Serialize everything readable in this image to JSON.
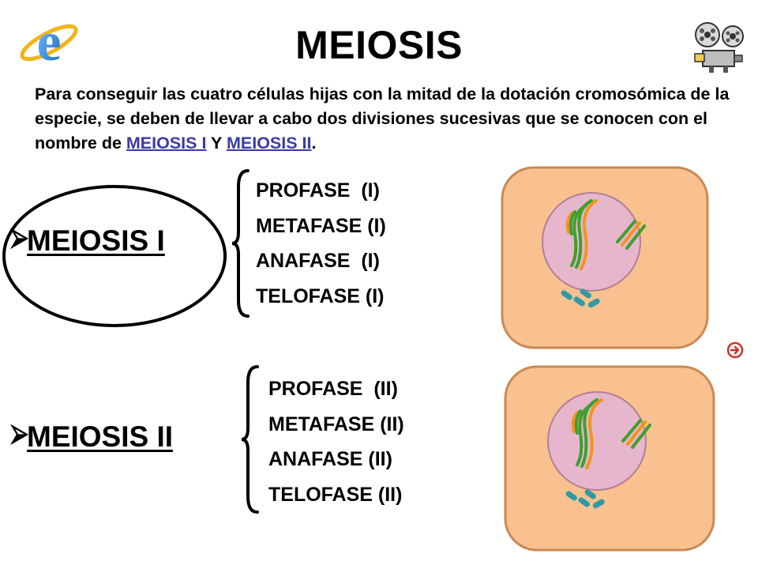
{
  "slide": {
    "title": "MEIOSIS",
    "intro": {
      "text": "Para conseguir las cuatro células hijas con la mitad de la dotación cromosómica de la especie, se deben de llevar a cabo dos divisiones sucesivas que se conocen con el nombre de ",
      "link1": "MEIOSIS I",
      "connector": " Y ",
      "link2": "MEIOSIS II",
      "end": "."
    },
    "meiosis1": {
      "label": "MEIOSIS I",
      "phases": [
        "PROFASE  (I)",
        "METAFASE (I)",
        "ANAFASE  (I)",
        "TELOFASE (I)"
      ]
    },
    "meiosis2": {
      "label": "MEIOSIS II",
      "phases": [
        "PROFASE  (II)",
        "METAFASE (II)",
        "ANAFASE (II)",
        "TELOFASE (II)"
      ]
    },
    "icons": {
      "top_left": "internet-explorer-icon",
      "top_right": "film-projector-icon",
      "next": "next-arrow-icon"
    },
    "colors": {
      "cell_fill": "#f9c18f",
      "nucleus_fill": "#e6b7cc",
      "chromosome_green": "#3f9e2e",
      "chromosome_orange": "#f0961e",
      "centriole": "#2f9aa5",
      "link": "#3a3aa8",
      "next_arrow": "#d0312d"
    }
  }
}
